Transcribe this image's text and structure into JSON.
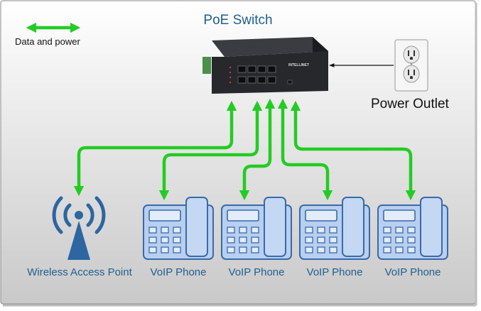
{
  "diagram": {
    "title": "PoE Switch",
    "legend": {
      "label": "Data and power"
    },
    "switch": {
      "brand": "INTELLINET"
    },
    "power_outlet": {
      "label": "Power Outlet"
    },
    "devices": [
      {
        "label": "Wireless Access Point",
        "icon": "wifi-antenna-icon"
      },
      {
        "label": "VoIP Phone",
        "icon": "voip-phone-icon"
      },
      {
        "label": "VoIP Phone",
        "icon": "voip-phone-icon"
      },
      {
        "label": "VoIP Phone",
        "icon": "voip-phone-icon"
      },
      {
        "label": "VoIP Phone",
        "icon": "voip-phone-icon"
      }
    ]
  },
  "colors": {
    "accent_blue": "#1f5f8f",
    "link_green": "#22cc22",
    "phone_fill": "#b8cff0",
    "phone_stroke": "#3a6aa8",
    "switch_body": "#26282c"
  }
}
